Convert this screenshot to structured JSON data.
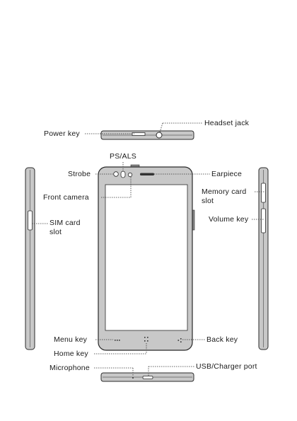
{
  "labels": {
    "headset_jack": "Headset jack",
    "power_key": "Power key",
    "ps_als": "PS/ALS",
    "strobe": "Strobe",
    "earpiece": "Earpiece",
    "front_camera": "Front camera",
    "memory_card_slot_line1": "Memory  card",
    "memory_card_slot_line2": "slot",
    "sim_card_slot_line1": "SIM card",
    "sim_card_slot_line2": "slot",
    "volume_key": "Volume key",
    "menu_key": "Menu key",
    "back_key": "Back key",
    "home_key": "Home key",
    "microphone": "Microphone",
    "usb_charger_port": "USB/Charger port"
  },
  "colors": {
    "body_fill": "#c8c8c8",
    "outline": "#2a2a2a",
    "screen": "#ffffff",
    "leader": "#333333"
  }
}
